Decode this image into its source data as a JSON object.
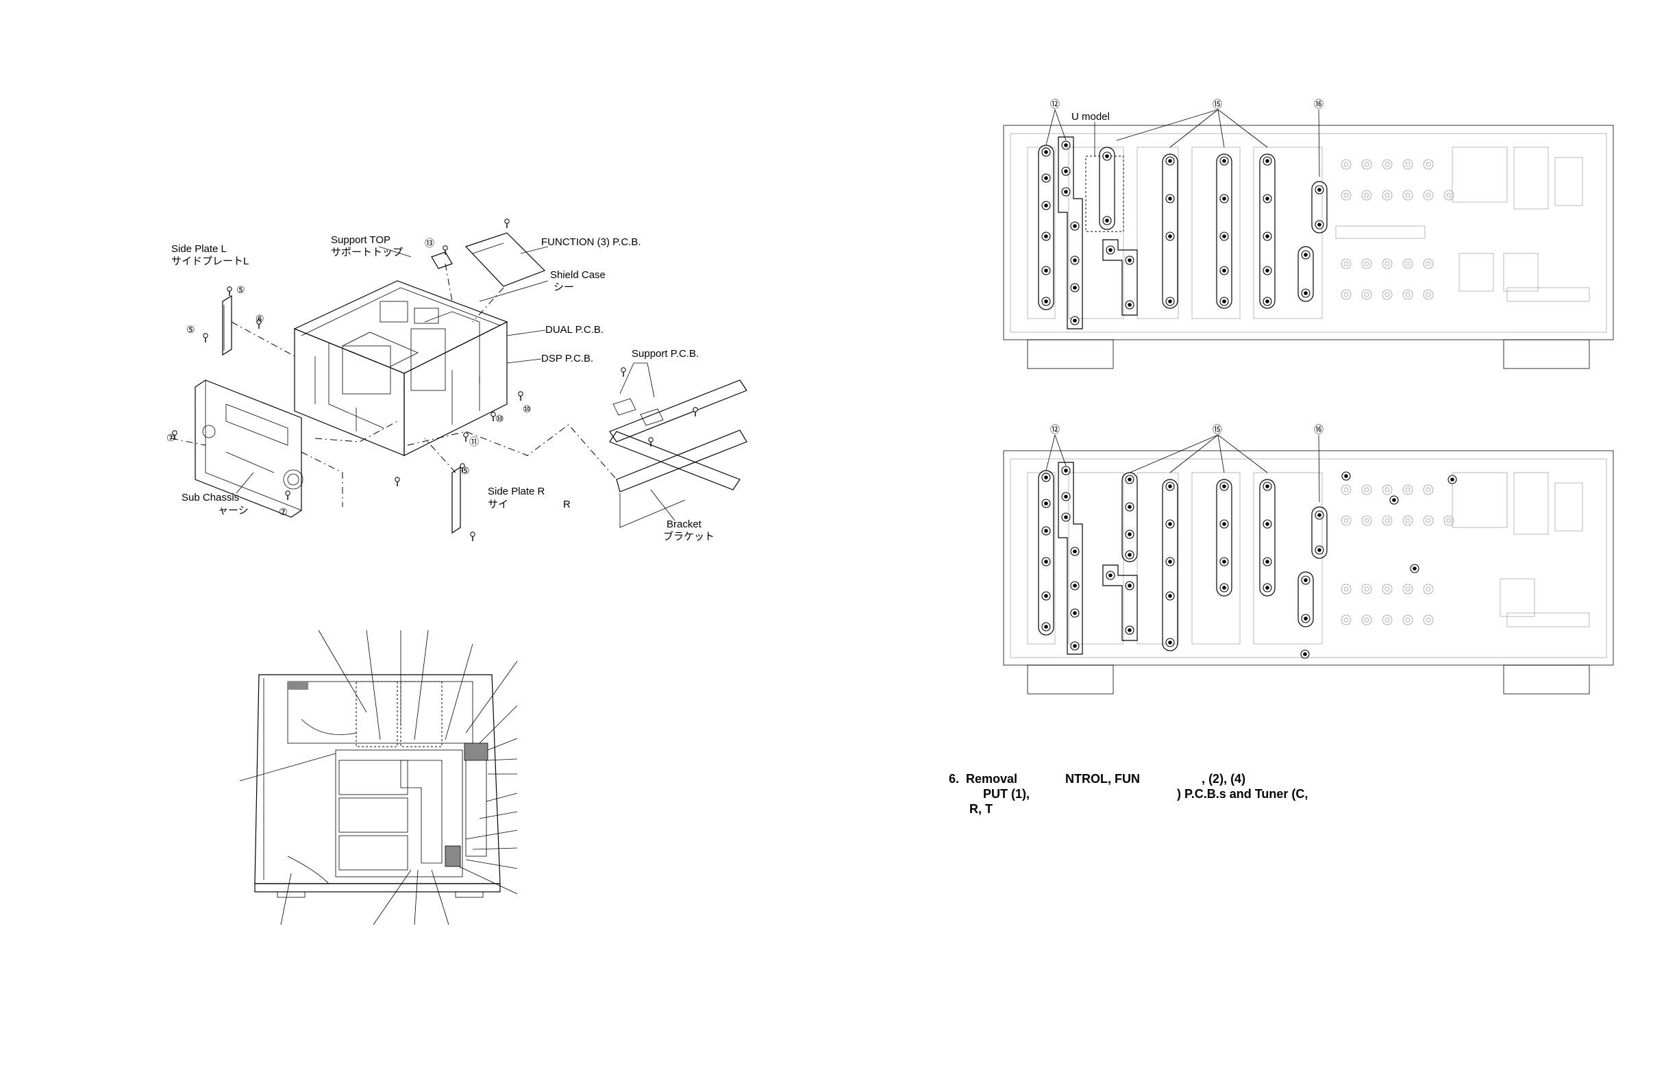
{
  "exploded_view": {
    "labels": {
      "side_plate_l": "Side Plate L",
      "side_plate_l_jp": "サイドプレートL",
      "support_top": "Support TOP",
      "support_top_jp": "サポートトップ",
      "function_pcb": "FUNCTION (3) P.C.B.",
      "shield_case": "Shield Case",
      "shield_case_jp": "シー",
      "dual_pcb": "DUAL P.C.B.",
      "dsp_pcb": "DSP P.C.B.",
      "support_pcb": "Support P.C.B.",
      "sub_chassis": "Sub Chassis",
      "sub_chassis_jp": "ャーシ",
      "side_plate_r": "Side Plate R",
      "side_plate_r_jp": "サイ",
      "side_plate_r_suffix": "R",
      "bracket": "Bracket",
      "bracket_jp": "ブラケット"
    },
    "callouts": {
      "n5": "⑤",
      "n6": "⑥",
      "n7": "⑦",
      "n10": "⑩",
      "n11": "⑪",
      "n13": "⑬"
    }
  },
  "rear_panel_top": {
    "callouts": {
      "n12": "⑫",
      "n15": "⑮",
      "n16": "⑯"
    },
    "model_label": "U model"
  },
  "rear_panel_bottom": {
    "callouts": {
      "n12": "⑫",
      "n15": "⑮",
      "n16": "⑯"
    }
  },
  "step_text": {
    "line1": "6.  Removal              NTROL, FUN                  , (2), (4)",
    "line2": "          PUT (1),                                           ) P.C.B.s and Tuner (C,",
    "line3": "      R, T"
  },
  "icons": [
    "screw-icon"
  ]
}
